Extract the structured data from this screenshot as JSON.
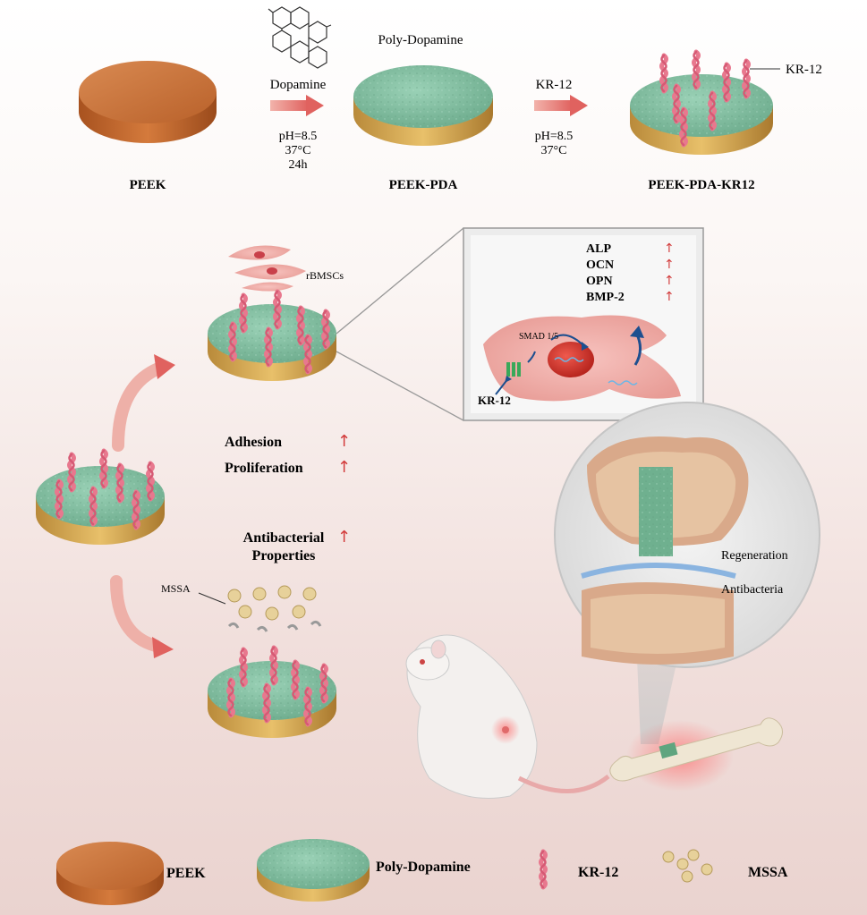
{
  "top_row": {
    "reagent_dopamine": "Dopamine",
    "conditions_step1": [
      "pH=8.5",
      "37°C",
      "24h"
    ],
    "label_polydopamine": "Poly-Dopamine",
    "reagent_kr12": "KR-12",
    "conditions_step2": [
      "pH=8.5",
      "37°C"
    ],
    "callout_kr12": "KR-12",
    "disk_labels": [
      "PEEK",
      "PEEK-PDA",
      "PEEK-PDA-KR12"
    ]
  },
  "cells": {
    "label": "rBMSCs"
  },
  "mechanism": {
    "markers": [
      "ALP",
      "OCN",
      "OPN",
      "BMP-2"
    ],
    "up_symbol": "↑",
    "smad_label": "SMAD 1/5",
    "receptor_ligand": "KR-12"
  },
  "effects": {
    "adhesion": "Adhesion",
    "proliferation": "Proliferation",
    "antibacterial_line1": "Antibacterial",
    "antibacterial_line2": "Properties",
    "up_symbol": "↑"
  },
  "bacteria": {
    "label": "MSSA"
  },
  "joint": {
    "regeneration": "Regeneration",
    "antibacteria": "Antibacteria"
  },
  "legend": {
    "peek": "PEEK",
    "polydopamine": "Poly-Dopamine",
    "kr12": "KR-12",
    "mssa": "MSSA"
  },
  "colors": {
    "peek_orange": "#c8692c",
    "pda_green": "#7fbfa0",
    "peptide_pink": "#e8788e",
    "arrow_red": "#e0625f"
  }
}
